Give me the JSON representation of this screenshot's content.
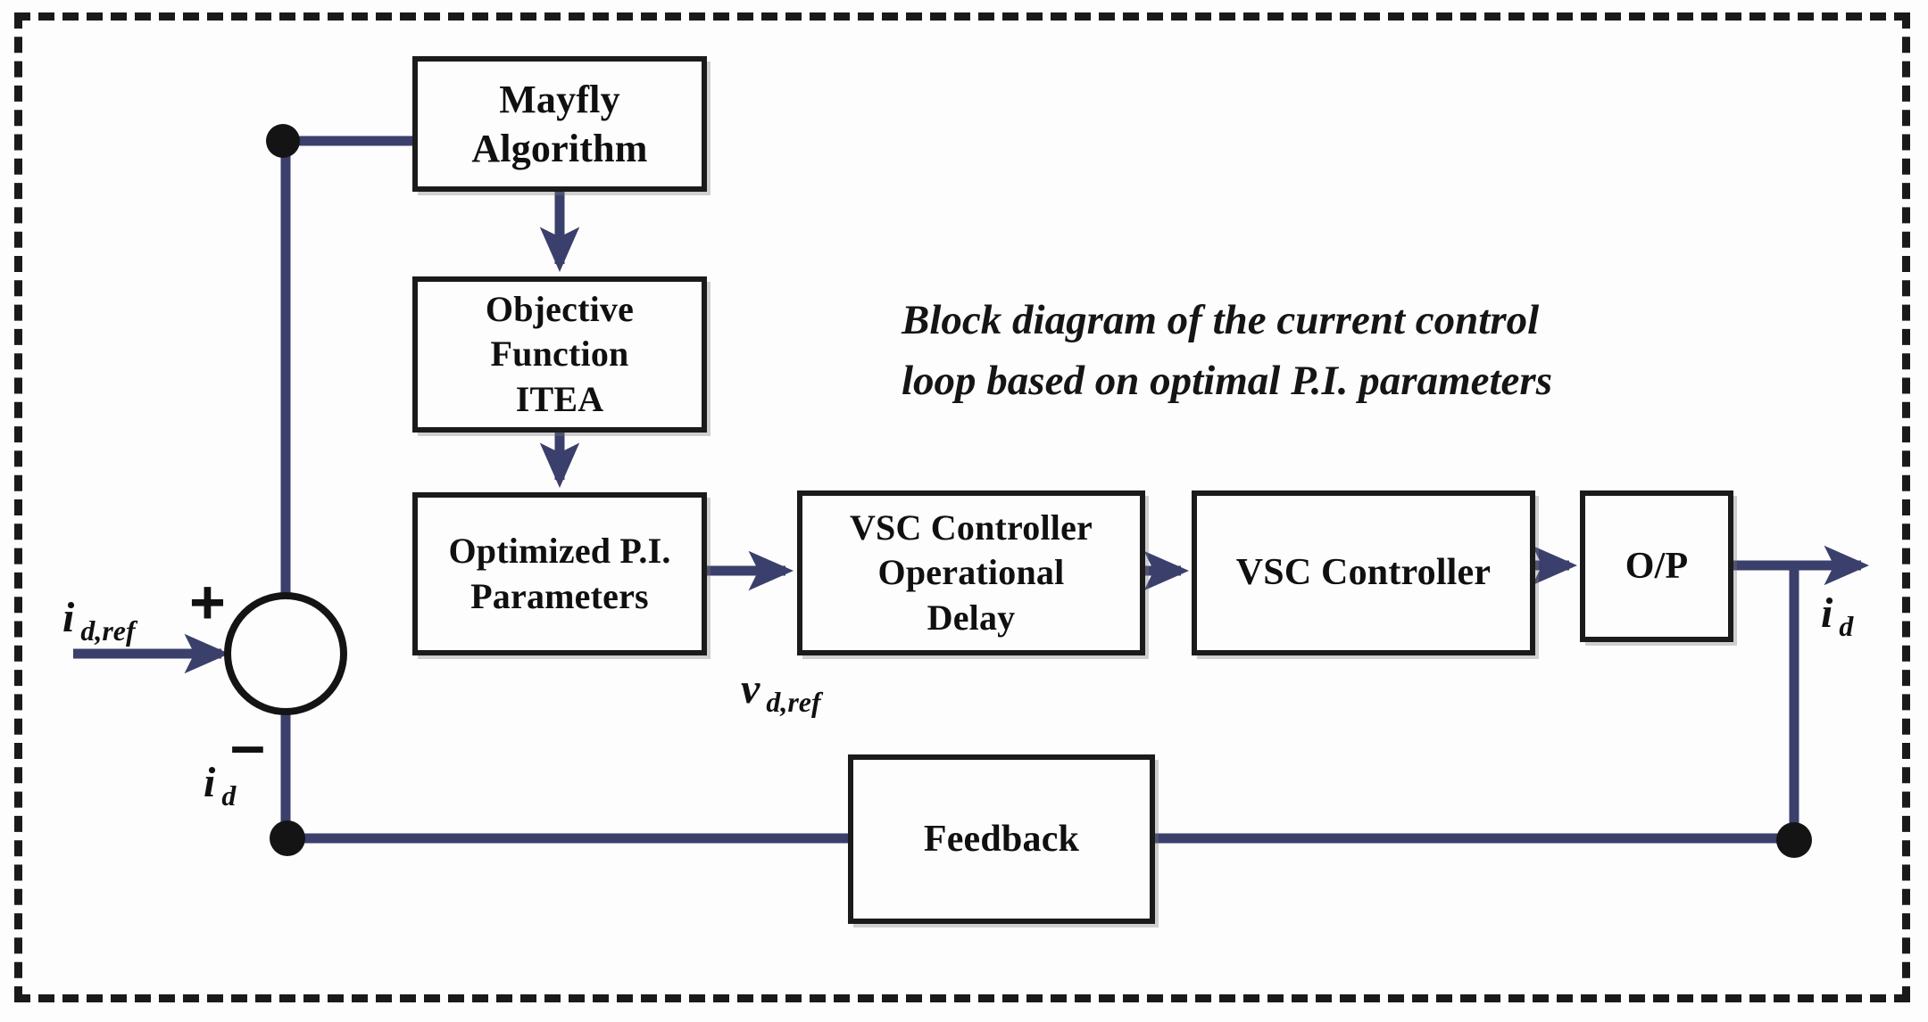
{
  "figure": {
    "caption_lines": [
      "Block diagram of the current control",
      "loop based on optimal P.I. parameters"
    ],
    "border_style": "dashed",
    "wire_color": "#3b3f6b",
    "block_border_color": "#1b1b1b",
    "background": "#fdfdfd"
  },
  "blocks": {
    "mayfly": {
      "label": "Mayfly\nAlgorithm",
      "line1": "Mayfly",
      "line2": "Algorithm"
    },
    "objective": {
      "line1": "Objective",
      "line2": "Function",
      "line3": "ITEA"
    },
    "optimized_pi": {
      "line1": "Optimized P.I.",
      "line2": "Parameters"
    },
    "vsc_delay": {
      "line1": "VSC Controller",
      "line2": "Operational",
      "line3": "Delay"
    },
    "vsc_controller": {
      "label": "VSC Controller"
    },
    "output": {
      "label": "O/P"
    },
    "feedback": {
      "label": "Feedback"
    }
  },
  "signals": {
    "input_ref": {
      "base": "i",
      "sub": "d,ref"
    },
    "feedback_id": {
      "base": "i",
      "sub": "d"
    },
    "vd_ref": {
      "base": "v",
      "sub": "d,ref"
    },
    "output_id": {
      "base": "i",
      "sub": "d"
    }
  },
  "summing_junction": {
    "plus_sign": "+",
    "minus_sign": "–",
    "shape": "circle"
  }
}
